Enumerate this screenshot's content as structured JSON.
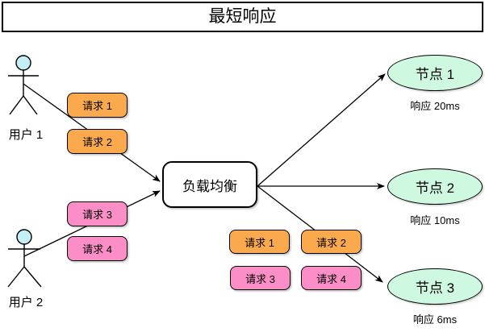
{
  "title": "最短响应",
  "users": [
    {
      "label": "用户 1"
    },
    {
      "label": "用户 2"
    }
  ],
  "load_balancer": {
    "label": "负载均衡"
  },
  "requests_left": [
    {
      "label": "请求 1",
      "color": "orange"
    },
    {
      "label": "请求 2",
      "color": "orange"
    },
    {
      "label": "请求 3",
      "color": "pink"
    },
    {
      "label": "请求 4",
      "color": "pink"
    }
  ],
  "requests_dispatched": [
    {
      "label": "请求 1",
      "color": "orange"
    },
    {
      "label": "请求 2",
      "color": "orange"
    },
    {
      "label": "请求 3",
      "color": "pink"
    },
    {
      "label": "请求 4",
      "color": "pink"
    }
  ],
  "nodes": [
    {
      "label": "节点 1",
      "response": "响应 20ms"
    },
    {
      "label": "节点 2",
      "response": "响应 10ms"
    },
    {
      "label": "节点 3",
      "response": "响应 6ms"
    }
  ],
  "colors": {
    "request_orange": "#FBA94D",
    "request_pink": "#FB8DC7",
    "node_green": "#CEF8DF",
    "user_head": "#C4EFF4",
    "stroke": "#000000"
  }
}
